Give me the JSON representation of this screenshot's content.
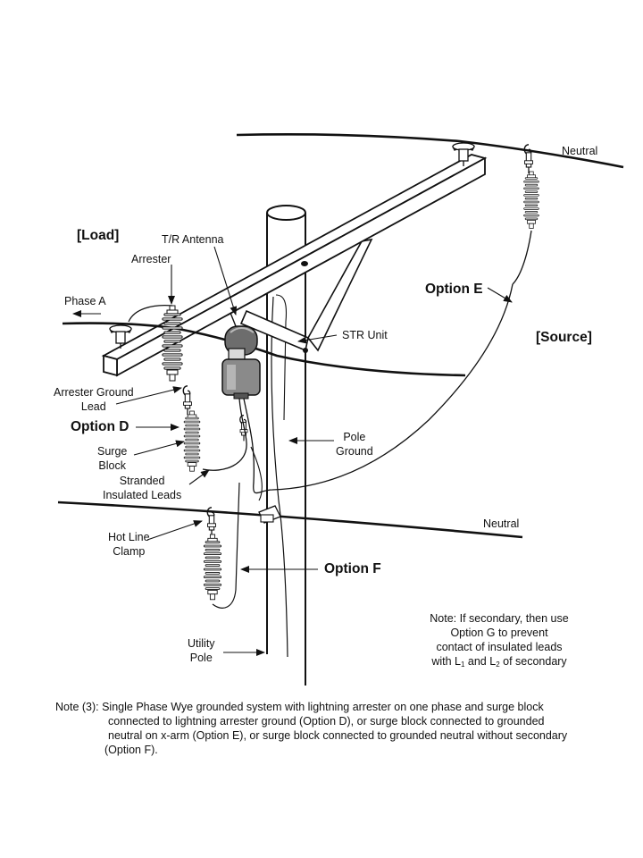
{
  "labels": {
    "neutral_top": "Neutral",
    "load": "[Load]",
    "tr_antenna": "T/R Antenna",
    "arrester": "Arrester",
    "phase_a": "Phase A",
    "option_e": "Option E",
    "source": "[Source]",
    "str_unit": "STR Unit",
    "arrester_ground_lead": "Arrester Ground\nLead",
    "option_d": "Option D",
    "surge_block": "Surge\nBlock",
    "pole_ground": "Pole\nGround",
    "stranded_leads": "Stranded\nInsulated Leads",
    "neutral_mid": "Neutral",
    "hot_line_clamp": "Hot Line\nClamp",
    "option_f": "Option F",
    "utility_pole": "Utility\nPole"
  },
  "secondary_note": {
    "line1": "Note: If secondary, then use",
    "line2": "Option G to prevent",
    "line3": "contact of insulated leads",
    "line4_prefix": "with L",
    "sub1": "1",
    "line4_mid": " and L",
    "sub2": "2",
    "line4_suffix": " of secondary"
  },
  "footnote": {
    "line1": "Note (3): Single Phase Wye grounded  system with lightning arrester on one phase and surge block",
    "line2": "connected to lightning arrester ground (Option D), or surge block connected to grounded",
    "line3": "neutral on x-arm (Option E), or surge block connected to grounded  neutral without secondary",
    "line4": "(Option F)."
  }
}
